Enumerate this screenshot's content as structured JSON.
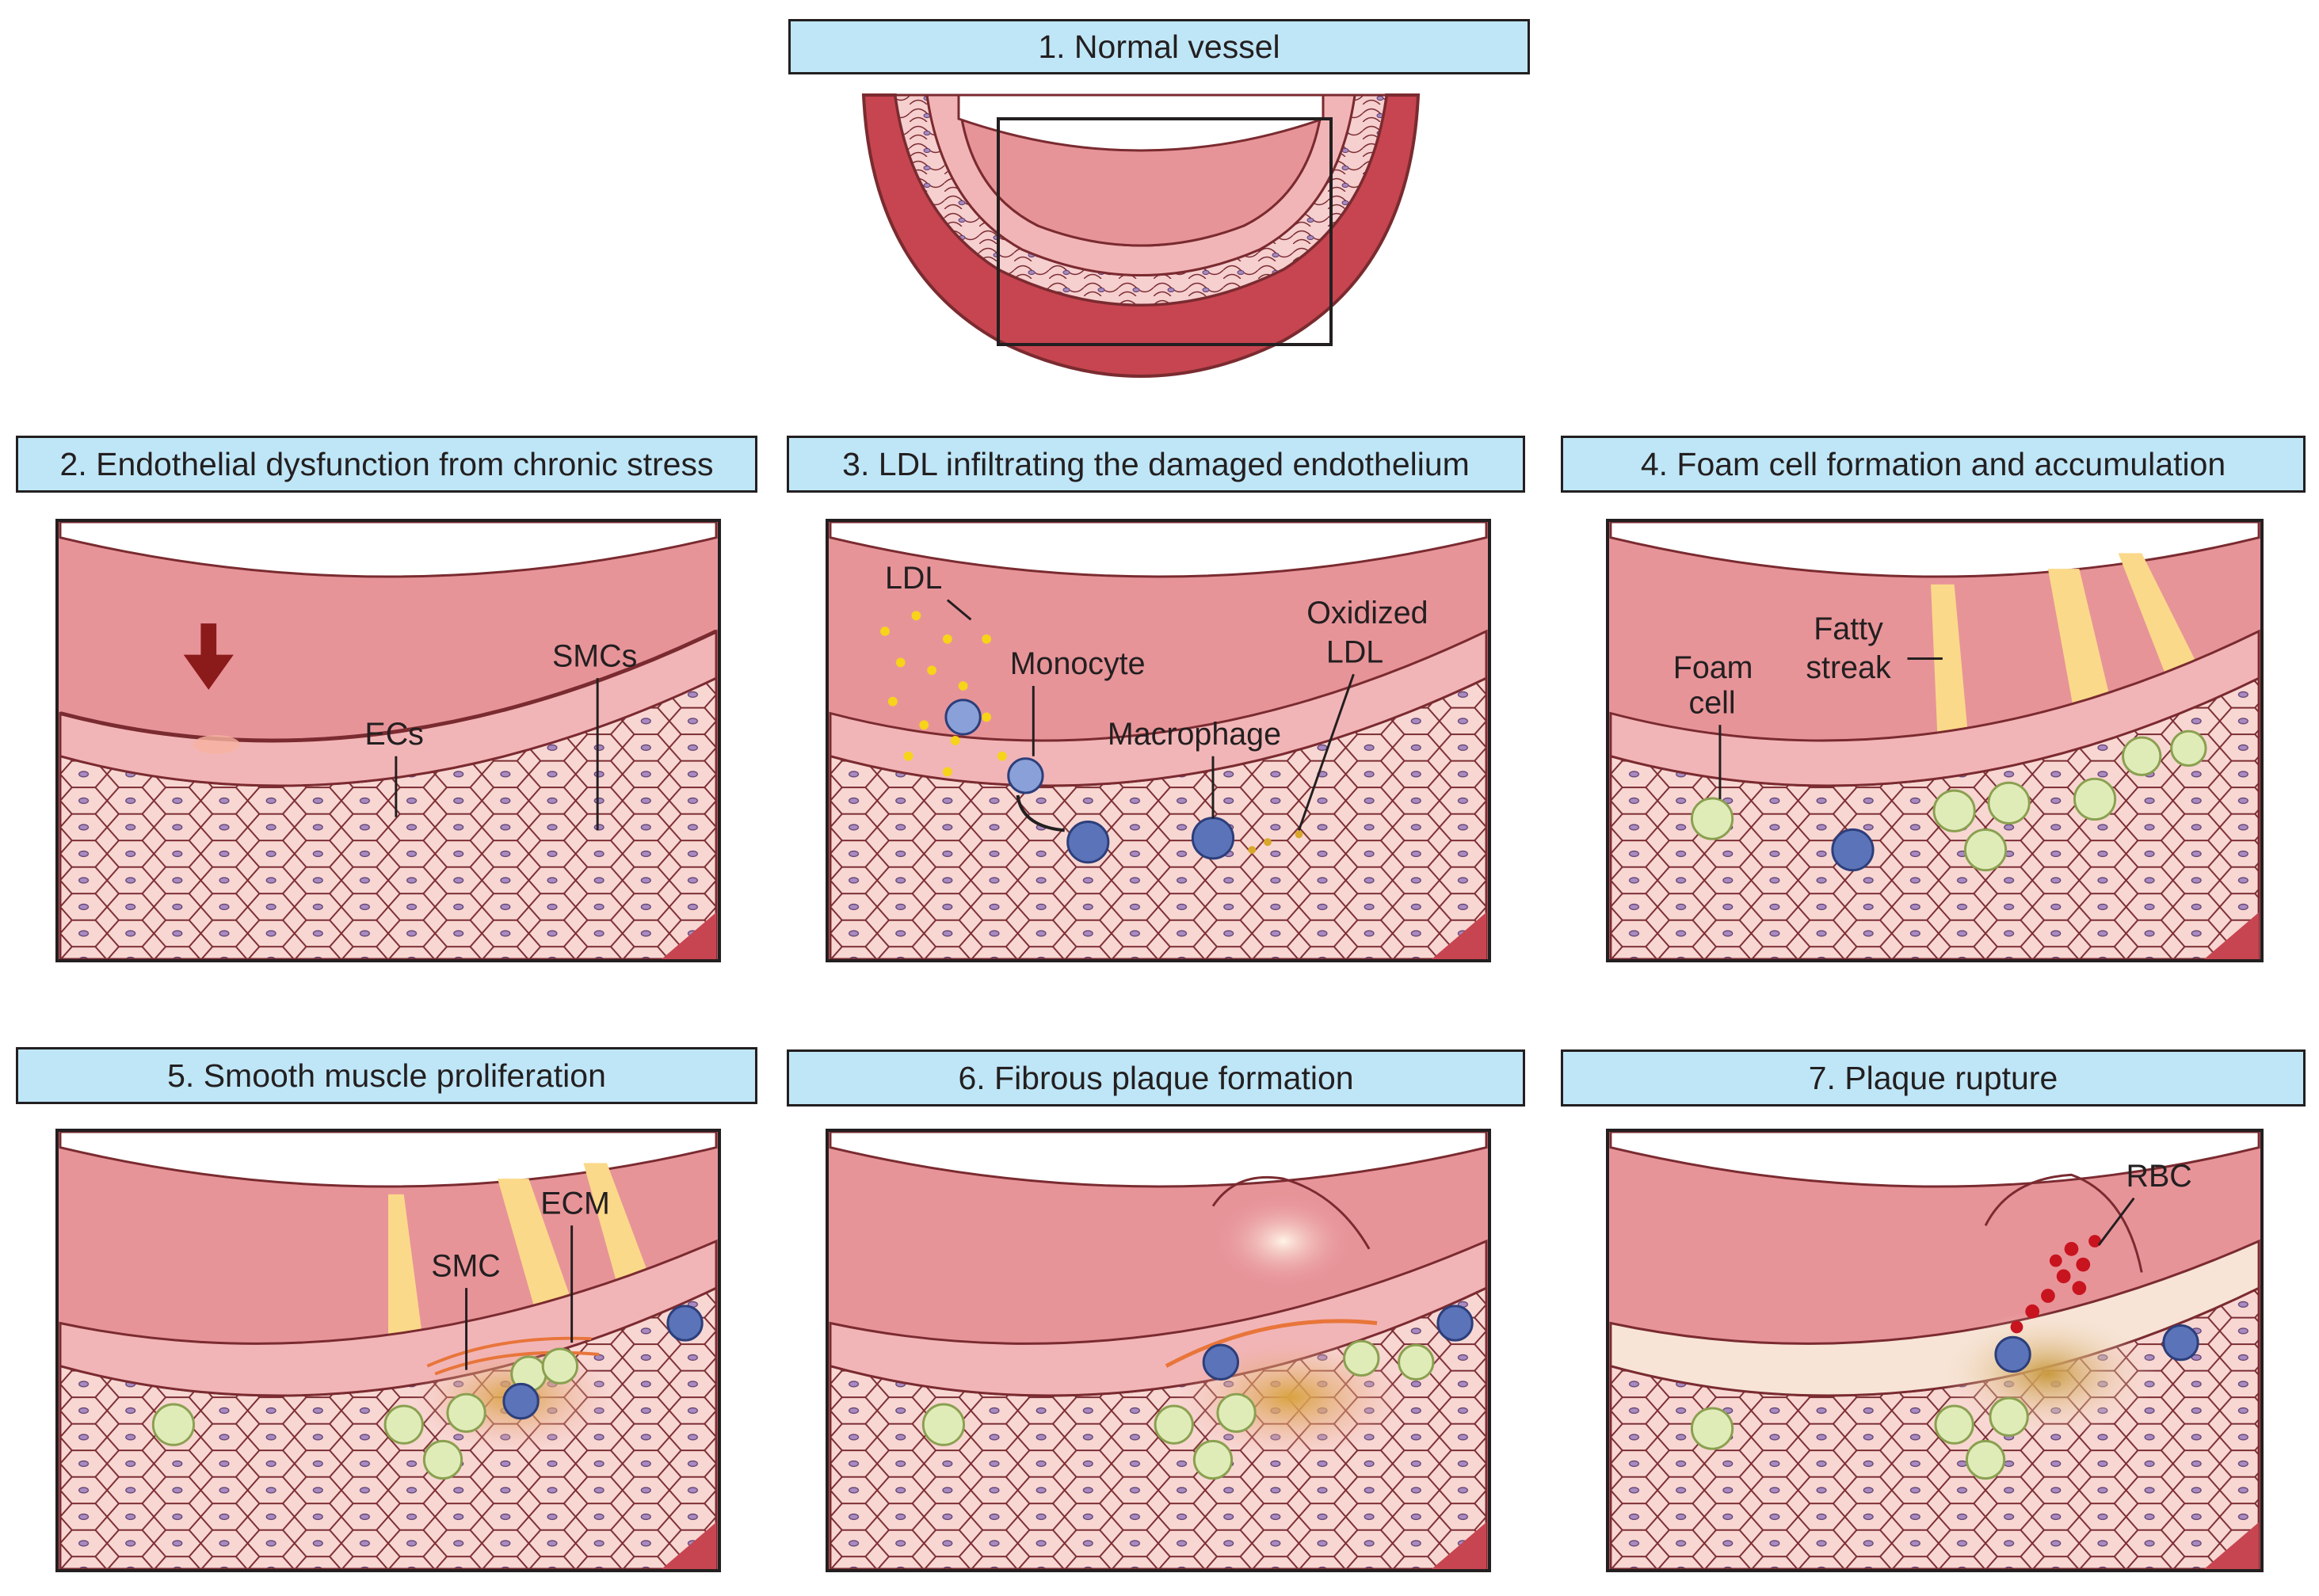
{
  "stages": [
    {
      "title": "1. Normal vessel"
    },
    {
      "title": "2. Endothelial dysfunction from chronic stress",
      "labels": {
        "ecs": "ECs",
        "smcs": "SMCs"
      }
    },
    {
      "title": "3. LDL infiltrating the damaged endothelium",
      "labels": {
        "ldl": "LDL",
        "monocyte": "Monocyte",
        "macrophage": "Macrophage",
        "oxidized_1": "Oxidized",
        "oxidized_2": "LDL"
      }
    },
    {
      "title": "4. Foam cell formation and accumulation",
      "labels": {
        "foam_1": "Foam",
        "foam_2": "cell",
        "fatty_1": "Fatty",
        "fatty_2": "streak"
      }
    },
    {
      "title": "5. Smooth muscle proliferation",
      "labels": {
        "smc": "SMC",
        "ecm": "ECM"
      }
    },
    {
      "title": "6. Fibrous plaque formation"
    },
    {
      "title": "7. Plaque rupture",
      "labels": {
        "rbc": "RBC"
      }
    }
  ],
  "colors": {
    "lumen": "#e79499",
    "vessel_wall": "#f4c4c4",
    "outer_wall": "#c74550",
    "title_fill": "#bfe6f7",
    "ldl": "#f7d31a",
    "monocyte": "#5b73b8",
    "foam_cell": "#e0ecb8",
    "fatty_streak": "#fbd98a",
    "arrow": "#8b1a1a"
  }
}
